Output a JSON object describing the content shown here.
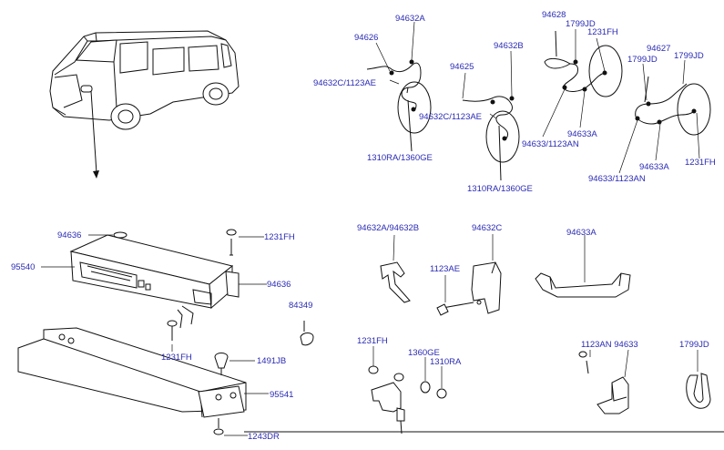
{
  "labels": {
    "l_94626": "94626",
    "l_94632A_top": "94632A",
    "l_94632C_1123AE_a": "94632C/1123AE",
    "l_1310RA_1360GE_a": "1310RA/1360GE",
    "l_94625": "94625",
    "l_94632B_top": "94632B",
    "l_94632C_1123AE_b": "94632C/1123AE",
    "l_1310RA_1360GE_b": "1310RA/1360GE",
    "l_94628": "94628",
    "l_1799JD_a": "1799JD",
    "l_1231FH_a": "1231FH",
    "l_94633A_a": "94633A",
    "l_94633_1123AN_a": "94633/1123AN",
    "l_94627": "94627",
    "l_1799JD_b": "1799JD",
    "l_1799JD_c": "1799JD",
    "l_94633A_b": "94633A",
    "l_94633_1123AN_b": "94633/1123AN",
    "l_1231FH_b": "1231FH",
    "l_94636_a": "94636",
    "l_95540": "95540",
    "l_1231FH_c": "1231FH",
    "l_94636_b": "94636",
    "l_84349": "84349",
    "l_1231FH_d": "1231FH",
    "l_1491JB": "1491JB",
    "l_95541": "95541",
    "l_1243DR": "1243DR",
    "l_94632A_94632B": "94632A/94632B",
    "l_94632C": "94632C",
    "l_1123AE": "1123AE",
    "l_94633A_c": "94633A",
    "l_1231FH_e": "1231FH",
    "l_1360GE": "1360GE",
    "l_1310RA": "1310RA",
    "l_1123AN_94633": "1123AN 94633",
    "l_1799JD_d": "1799JD"
  },
  "colors": {
    "label": "#2a2ab5",
    "line": "#111111",
    "background": "#ffffff"
  }
}
